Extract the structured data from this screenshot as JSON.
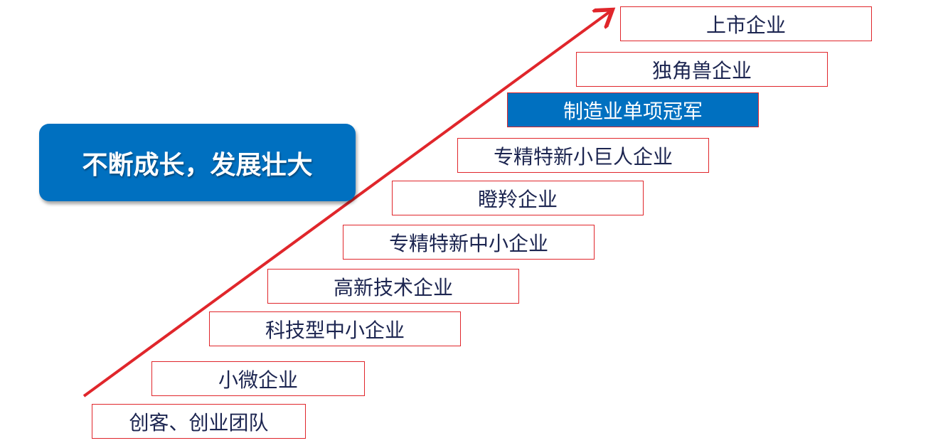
{
  "banner": {
    "text": "不断成长，发展壮大"
  },
  "stages": [
    {
      "label": "创客、创业团队"
    },
    {
      "label": "小微企业"
    },
    {
      "label": "科技型中小企业"
    },
    {
      "label": "高新技术企业"
    },
    {
      "label": "专精特新中小企业"
    },
    {
      "label": "瞪羚企业"
    },
    {
      "label": "专精特新小巨人企业"
    },
    {
      "label": "制造业单项冠军",
      "highlighted": true
    },
    {
      "label": "独角兽企业"
    },
    {
      "label": "上市企业"
    }
  ],
  "colors": {
    "accent": "#0070c0",
    "arrow": "#e0262b",
    "border": "#e0262b",
    "text": "#1c2550"
  }
}
